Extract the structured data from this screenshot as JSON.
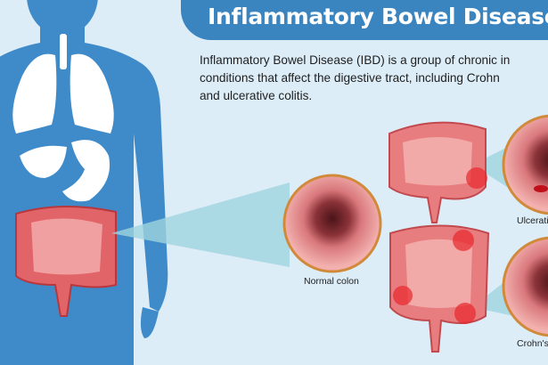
{
  "title": "Inflammatory Bowel Disease",
  "description": {
    "lines": [
      "Inflammatory Bowel Disease (IBD) is a group of chronic in",
      "conditions that affect the digestive tract, including Crohn",
      "and ulcerative colitis."
    ]
  },
  "labels": {
    "normal": "Normal colon",
    "ulcerative": "Ulcerati",
    "crohns": "Crohn's"
  },
  "colors": {
    "background": "#dcedf8",
    "banner": "#3a84c0",
    "body": "#3f8bc9",
    "colon": "#e77d7f",
    "inflammation": "#e8262b"
  }
}
